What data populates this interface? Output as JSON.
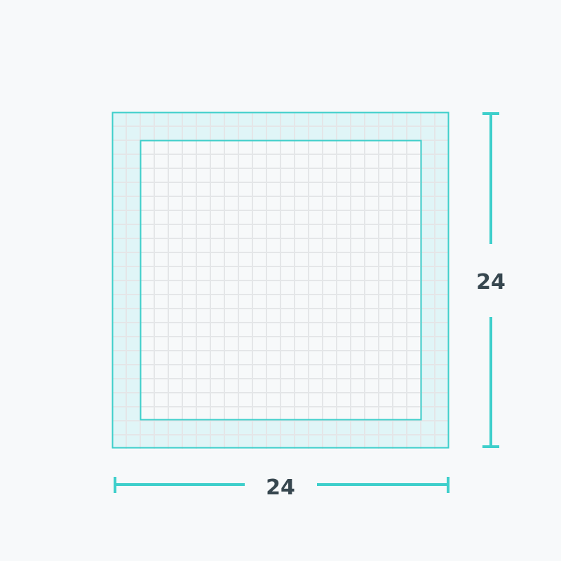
{
  "diagram": {
    "width_label": "24",
    "height_label": "24",
    "grid": {
      "cells": 24,
      "padding_cells": 2
    },
    "colors": {
      "background": "#f7f9fa",
      "accent": "#3ecfcb",
      "padding_fill": "#e0f5f7",
      "grid_line": "#e4e6e8",
      "label": "#37474f"
    }
  }
}
